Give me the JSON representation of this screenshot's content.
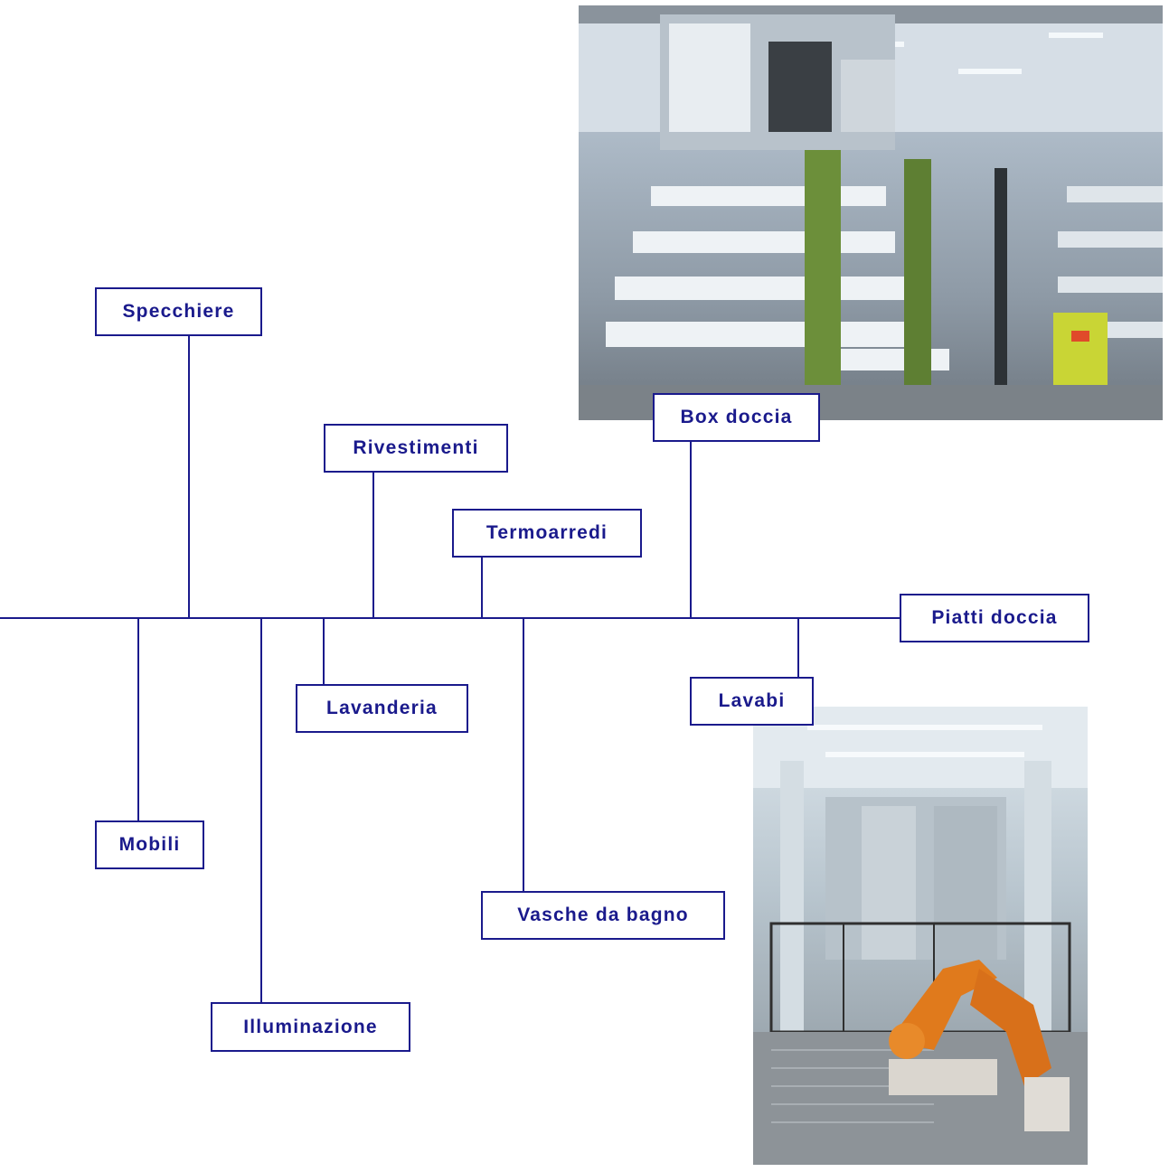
{
  "categories": {
    "specchiere": "Specchiere",
    "rivestimenti": "Rivestimenti",
    "termoarredi": "Termoarredi",
    "box_doccia": "Box doccia",
    "piatti_doccia": "Piatti doccia",
    "lavanderia": "Lavanderia",
    "lavabi": "Lavabi",
    "mobili": "Mobili",
    "vasche_da_bagno": "Vasche da bagno",
    "illuminazione": "Illuminazione"
  },
  "colors": {
    "line": "#1a1a8c",
    "label_text": "#1a1a8c",
    "label_border": "#1a1a8c",
    "background": "#ffffff"
  },
  "photos": {
    "warehouse": "warehouse-racks-photo",
    "robot": "industrial-robot-photo"
  }
}
